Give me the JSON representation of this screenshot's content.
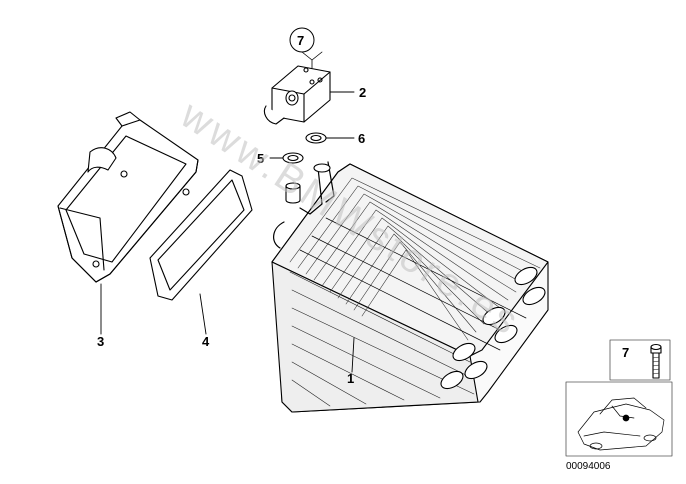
{
  "diagram": {
    "callouts": {
      "evaporator": "1",
      "expansion_valve": "2",
      "housing_cover": "3",
      "gasket": "4",
      "o_ring_small": "5",
      "o_ring_large": "6",
      "valve_screws": "7",
      "inset_screw": "7"
    },
    "watermark": "www.BMWstore.es",
    "reference_number": "00094006"
  },
  "colors": {
    "line": "#000000",
    "watermark": "#c0c0c0",
    "frame": "#555555"
  },
  "icons": {
    "evaporator": "evaporator-core-icon",
    "valve": "expansion-valve-icon",
    "cover": "housing-cover-icon",
    "gasket": "gasket-icon",
    "car": "car-silhouette-icon",
    "bolt": "bolt-icon"
  }
}
